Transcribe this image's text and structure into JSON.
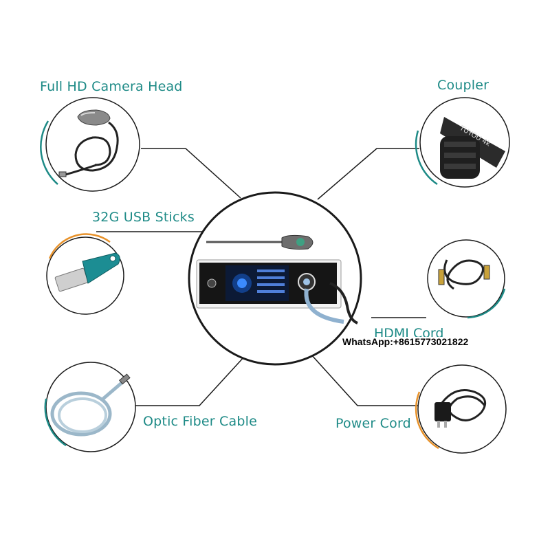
{
  "labels": {
    "camera_head": "Full HD Camera Head",
    "coupler": "Coupler",
    "usb_sticks": "32G USB Sticks",
    "hdmi_cord": "HDMI Cord",
    "optic_fiber": "Optic Fiber Cable",
    "power_cord": "Power Cord"
  },
  "contact": "WhatsApp:+8615773021822",
  "coupler_engraving": "TUYOU 4k",
  "colors": {
    "label_teal": "#1d8a86",
    "accent_orange": "#e8922a",
    "line": "#1a1a1a"
  }
}
